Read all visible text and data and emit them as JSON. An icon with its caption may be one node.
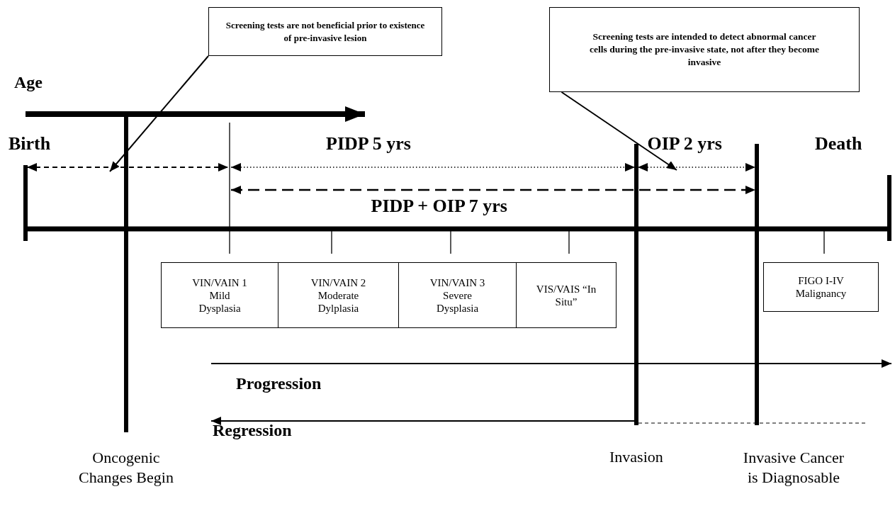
{
  "diagram": {
    "nodes": [
      {
        "text": [
          "Screening tests are not beneficial prior to existence of pre-invasive lesion"
        ]
      },
      {
        "text": [
          "Screening tests are intended to detect abnormal cancer cells during the pre-invasive state, not after they become invasive"
        ]
      },
      {
        "text": [
          "VIN/VAIN 1 Mild Dysplasia"
        ]
      },
      {
        "text": [
          "VIN/VAIN 2 Moderate Dylplasia"
        ]
      },
      {
        "text": [
          "VIN/VAIN 3 Severe Dysplasia"
        ]
      },
      {
        "text": [
          "VIS/VAIS “In Situ”"
        ]
      },
      {
        "text": [
          "FIGO I-IV Malignancy"
        ]
      }
    ],
    "edges": [
      {
        "from": 0,
        "to": null,
        "arrow": "to"
      },
      {
        "from": 1,
        "to": null,
        "arrow": "to"
      }
    ],
    "labels": [
      "Age",
      "Birth",
      "PIDP 5 yrs",
      "OIP 2 yrs",
      "Death",
      "PIDP + OIP 7 yrs",
      "Progression",
      "Regression",
      "Oncogenic Changes Begin",
      "Invasion",
      "Invasive Cancer is Diagnosable"
    ]
  }
}
